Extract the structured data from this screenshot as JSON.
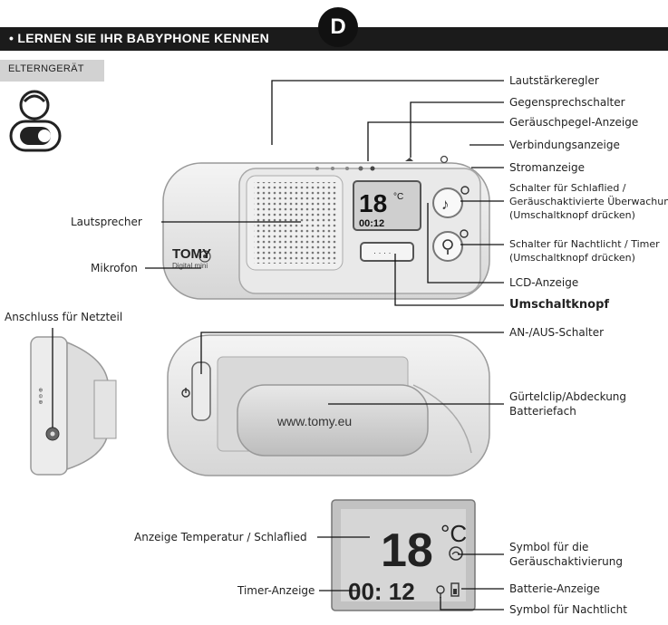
{
  "header": {
    "title": "• LERNEN SIE IHR BABYPHONE KENNEN",
    "badge": "D"
  },
  "section_tag": "ELTERNGERÄT",
  "device_front": {
    "brand": "TOMY",
    "brand_sub": "Digital mini",
    "lcd_temp": "18",
    "lcd_unit": "°C",
    "lcd_timer": "00:12"
  },
  "device_back": {
    "url": "www.tomy.eu"
  },
  "lcd_detail": {
    "temp": "18",
    "unit": "°C",
    "timer": "00: 12"
  },
  "labels": {
    "volume": "Lautstärkeregler",
    "talk": "Gegensprechschalter",
    "noise_level": "Geräuschpegel-Anzeige",
    "link": "Verbindungsanzeige",
    "power_ind": "Stromanzeige",
    "lullaby_1": "Schalter für Schlaflied /",
    "lullaby_2": "Geräuschaktivierte Überwachung",
    "lullaby_3": "(Umschaltknopf drücken)",
    "nightlight_1": "Schalter für Nachtlicht / Timer",
    "nightlight_2": "(Umschaltknopf drücken)",
    "lcd": "LCD-Anzeige",
    "toggle": "Umschaltknopf",
    "speaker": "Lautsprecher",
    "mic": "Mikrofon",
    "adapter": "Anschluss für Netzteil",
    "onoff": "AN-/AUS-Schalter",
    "clip_1": "Gürtelclip/Abdeckung",
    "clip_2": "Batteriefach",
    "temp_display": "Anzeige Temperatur / Schlaflied",
    "timer_display": "Timer-Anzeige",
    "voice_icon_1": "Symbol für die",
    "voice_icon_2": "Geräuschaktivierung",
    "battery": "Batterie-Anzeige",
    "night_icon": "Symbol für Nachtlicht"
  },
  "colors": {
    "header": "#1b1b1b",
    "tag": "#d2d2d2",
    "device": "#e6e6e6",
    "lcd": "#c9c9c9"
  }
}
